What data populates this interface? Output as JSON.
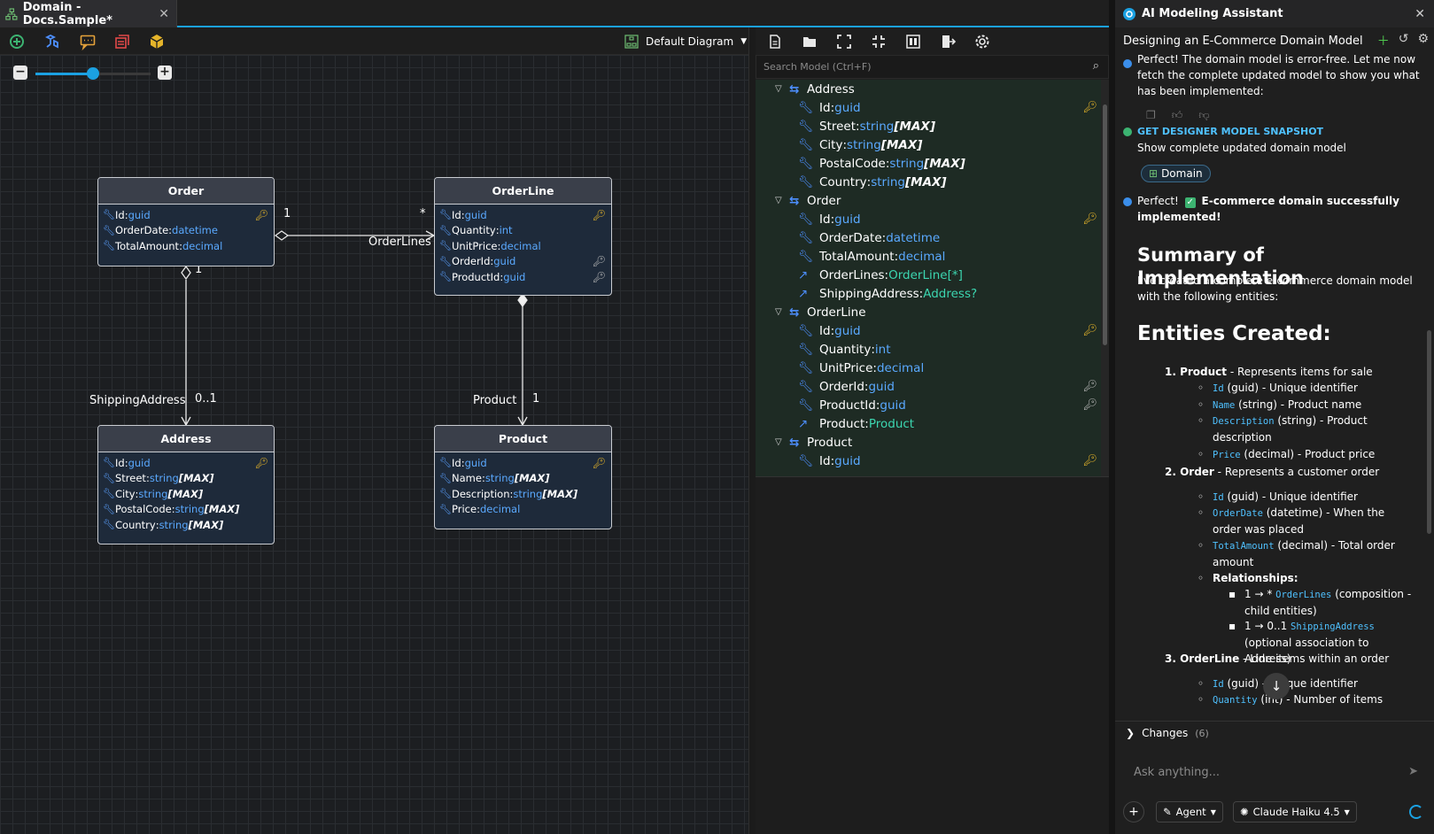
{
  "tab": {
    "title": "Domain - Docs.Sample*",
    "close": "✕"
  },
  "diagram_toolbar": {
    "diagram_name": "Default Diagram"
  },
  "zoom": {
    "level": 0.5,
    "minus": "−",
    "plus": "+"
  },
  "entities": {
    "order": {
      "name": "Order",
      "attrs": [
        {
          "name": "Id",
          "type": "guid",
          "max": "",
          "key": "pk"
        },
        {
          "name": "OrderDate",
          "type": "datetime",
          "max": "",
          "key": ""
        },
        {
          "name": "TotalAmount",
          "type": "decimal",
          "max": "",
          "key": ""
        }
      ]
    },
    "orderline": {
      "name": "OrderLine",
      "attrs": [
        {
          "name": "Id",
          "type": "guid",
          "max": "",
          "key": "pk"
        },
        {
          "name": "Quantity",
          "type": "int",
          "max": "",
          "key": ""
        },
        {
          "name": "UnitPrice",
          "type": "decimal",
          "max": "",
          "key": ""
        },
        {
          "name": "OrderId",
          "type": "guid",
          "max": "",
          "key": "fk"
        },
        {
          "name": "ProductId",
          "type": "guid",
          "max": "",
          "key": "fk"
        }
      ]
    },
    "address": {
      "name": "Address",
      "attrs": [
        {
          "name": "Id",
          "type": "guid",
          "max": "",
          "key": "pk"
        },
        {
          "name": "Street",
          "type": "string",
          "max": "[MAX]",
          "key": ""
        },
        {
          "name": "City",
          "type": "string",
          "max": "[MAX]",
          "key": ""
        },
        {
          "name": "PostalCode",
          "type": "string",
          "max": "[MAX]",
          "key": ""
        },
        {
          "name": "Country",
          "type": "string",
          "max": "[MAX]",
          "key": ""
        }
      ]
    },
    "product": {
      "name": "Product",
      "attrs": [
        {
          "name": "Id",
          "type": "guid",
          "max": "",
          "key": "pk"
        },
        {
          "name": "Name",
          "type": "string",
          "max": "[MAX]",
          "key": ""
        },
        {
          "name": "Description",
          "type": "string",
          "max": "[MAX]",
          "key": ""
        },
        {
          "name": "Price",
          "type": "decimal",
          "max": "",
          "key": ""
        }
      ]
    }
  },
  "connectors": {
    "order_orderlines": {
      "label": "OrderLines",
      "src_mult": "1",
      "dst_mult": "*"
    },
    "order_address": {
      "label": "ShippingAddress",
      "src_mult": "1",
      "dst_mult": "0..1"
    },
    "orderline_product": {
      "label": "Product",
      "src_mult": "*",
      "dst_mult": "1"
    }
  },
  "model_tree": {
    "search_placeholder": "Search Model (Ctrl+F)",
    "rows": [
      {
        "kind": "class",
        "name": "Address"
      },
      {
        "kind": "attr",
        "name": "Id",
        "type": "guid",
        "max": "",
        "key": "pk"
      },
      {
        "kind": "attr",
        "name": "Street",
        "type": "string",
        "max": "[MAX]",
        "key": ""
      },
      {
        "kind": "attr",
        "name": "City",
        "type": "string",
        "max": "[MAX]",
        "key": ""
      },
      {
        "kind": "attr",
        "name": "PostalCode",
        "type": "string",
        "max": "[MAX]",
        "key": ""
      },
      {
        "kind": "attr",
        "name": "Country",
        "type": "string",
        "max": "[MAX]",
        "key": ""
      },
      {
        "kind": "class",
        "name": "Order"
      },
      {
        "kind": "attr",
        "name": "Id",
        "type": "guid",
        "max": "",
        "key": "pk"
      },
      {
        "kind": "attr",
        "name": "OrderDate",
        "type": "datetime",
        "max": "",
        "key": ""
      },
      {
        "kind": "attr",
        "name": "TotalAmount",
        "type": "decimal",
        "max": "",
        "key": ""
      },
      {
        "kind": "assoc",
        "name": "OrderLines",
        "type": "OrderLine[*]",
        "max": "",
        "key": ""
      },
      {
        "kind": "assoc",
        "name": "ShippingAddress",
        "type": "Address?",
        "max": "",
        "key": ""
      },
      {
        "kind": "class",
        "name": "OrderLine"
      },
      {
        "kind": "attr",
        "name": "Id",
        "type": "guid",
        "max": "",
        "key": "pk"
      },
      {
        "kind": "attr",
        "name": "Quantity",
        "type": "int",
        "max": "",
        "key": ""
      },
      {
        "kind": "attr",
        "name": "UnitPrice",
        "type": "decimal",
        "max": "",
        "key": ""
      },
      {
        "kind": "attr",
        "name": "OrderId",
        "type": "guid",
        "max": "",
        "key": "fk"
      },
      {
        "kind": "attr",
        "name": "ProductId",
        "type": "guid",
        "max": "",
        "key": "fk"
      },
      {
        "kind": "assoc",
        "name": "Product",
        "type": "Product",
        "max": "",
        "key": ""
      },
      {
        "kind": "class",
        "name": "Product"
      },
      {
        "kind": "attr",
        "name": "Id",
        "type": "guid",
        "max": "",
        "key": "pk"
      }
    ]
  },
  "assistant": {
    "title": "AI Modeling Assistant",
    "close": "✕",
    "conversation_title": "Designing an E-Commerce Domain Model",
    "msg1": "Perfect! The domain model is error-free. Let me now fetch the complete updated model to show you what has been implemented:",
    "tool_label": "GET DESIGNER MODEL SNAPSHOT",
    "tool_desc": "Show complete updated domain model",
    "pill": "Domain",
    "msg2_a": "Perfect!",
    "msg2_b": "E-commerce domain successfully implemented!",
    "h_summary": "Summary of Implementation",
    "intro": "I've created a complete e-commerce domain model with the following entities:",
    "h_entities": "Entities Created:",
    "e1_title": "1. Product",
    "e1_desc": " - Represents items for sale",
    "e1_items": [
      {
        "code": "Id",
        "text": " (guid) - Unique identifier"
      },
      {
        "code": "Name",
        "text": " (string) - Product name"
      },
      {
        "code": "Description",
        "text": " (string) - Product description"
      },
      {
        "code": "Price",
        "text": " (decimal) - Product price"
      }
    ],
    "e2_title": "2. Order",
    "e2_desc": " - Represents a customer order",
    "e2_items": [
      {
        "code": "Id",
        "text": " (guid) - Unique identifier"
      },
      {
        "code": "OrderDate",
        "text": " (datetime) - When the order was placed"
      },
      {
        "code": "TotalAmount",
        "text": " (decimal) - Total order amount"
      }
    ],
    "rel_title": "Relationships:",
    "rel1_pre": "1 → *",
    "rel1_code": "OrderLines",
    "rel1_post": " (composition - child entities)",
    "rel2_pre": "1 → 0..1",
    "rel2_code": "ShippingAddress",
    "rel2_post": " (optional association to Address)",
    "e3_title": "3. OrderLine",
    "e3_desc": " - Line items within an order",
    "e3_items": [
      {
        "code": "Id",
        "text": " (guid) - Unique identifier"
      },
      {
        "code": "Quantity",
        "text": " (int) - Number of items"
      }
    ],
    "changes_label": "Changes",
    "changes_count": "(6)",
    "ask_placeholder": "Ask anything...",
    "agent_label": "Agent",
    "model_label": "Claude Haiku 4.5"
  },
  "colors": {
    "accent": "#1ba1e2",
    "type": "#5aa9ff",
    "relation": "#3cd6b0",
    "key": "#e5b42a"
  }
}
